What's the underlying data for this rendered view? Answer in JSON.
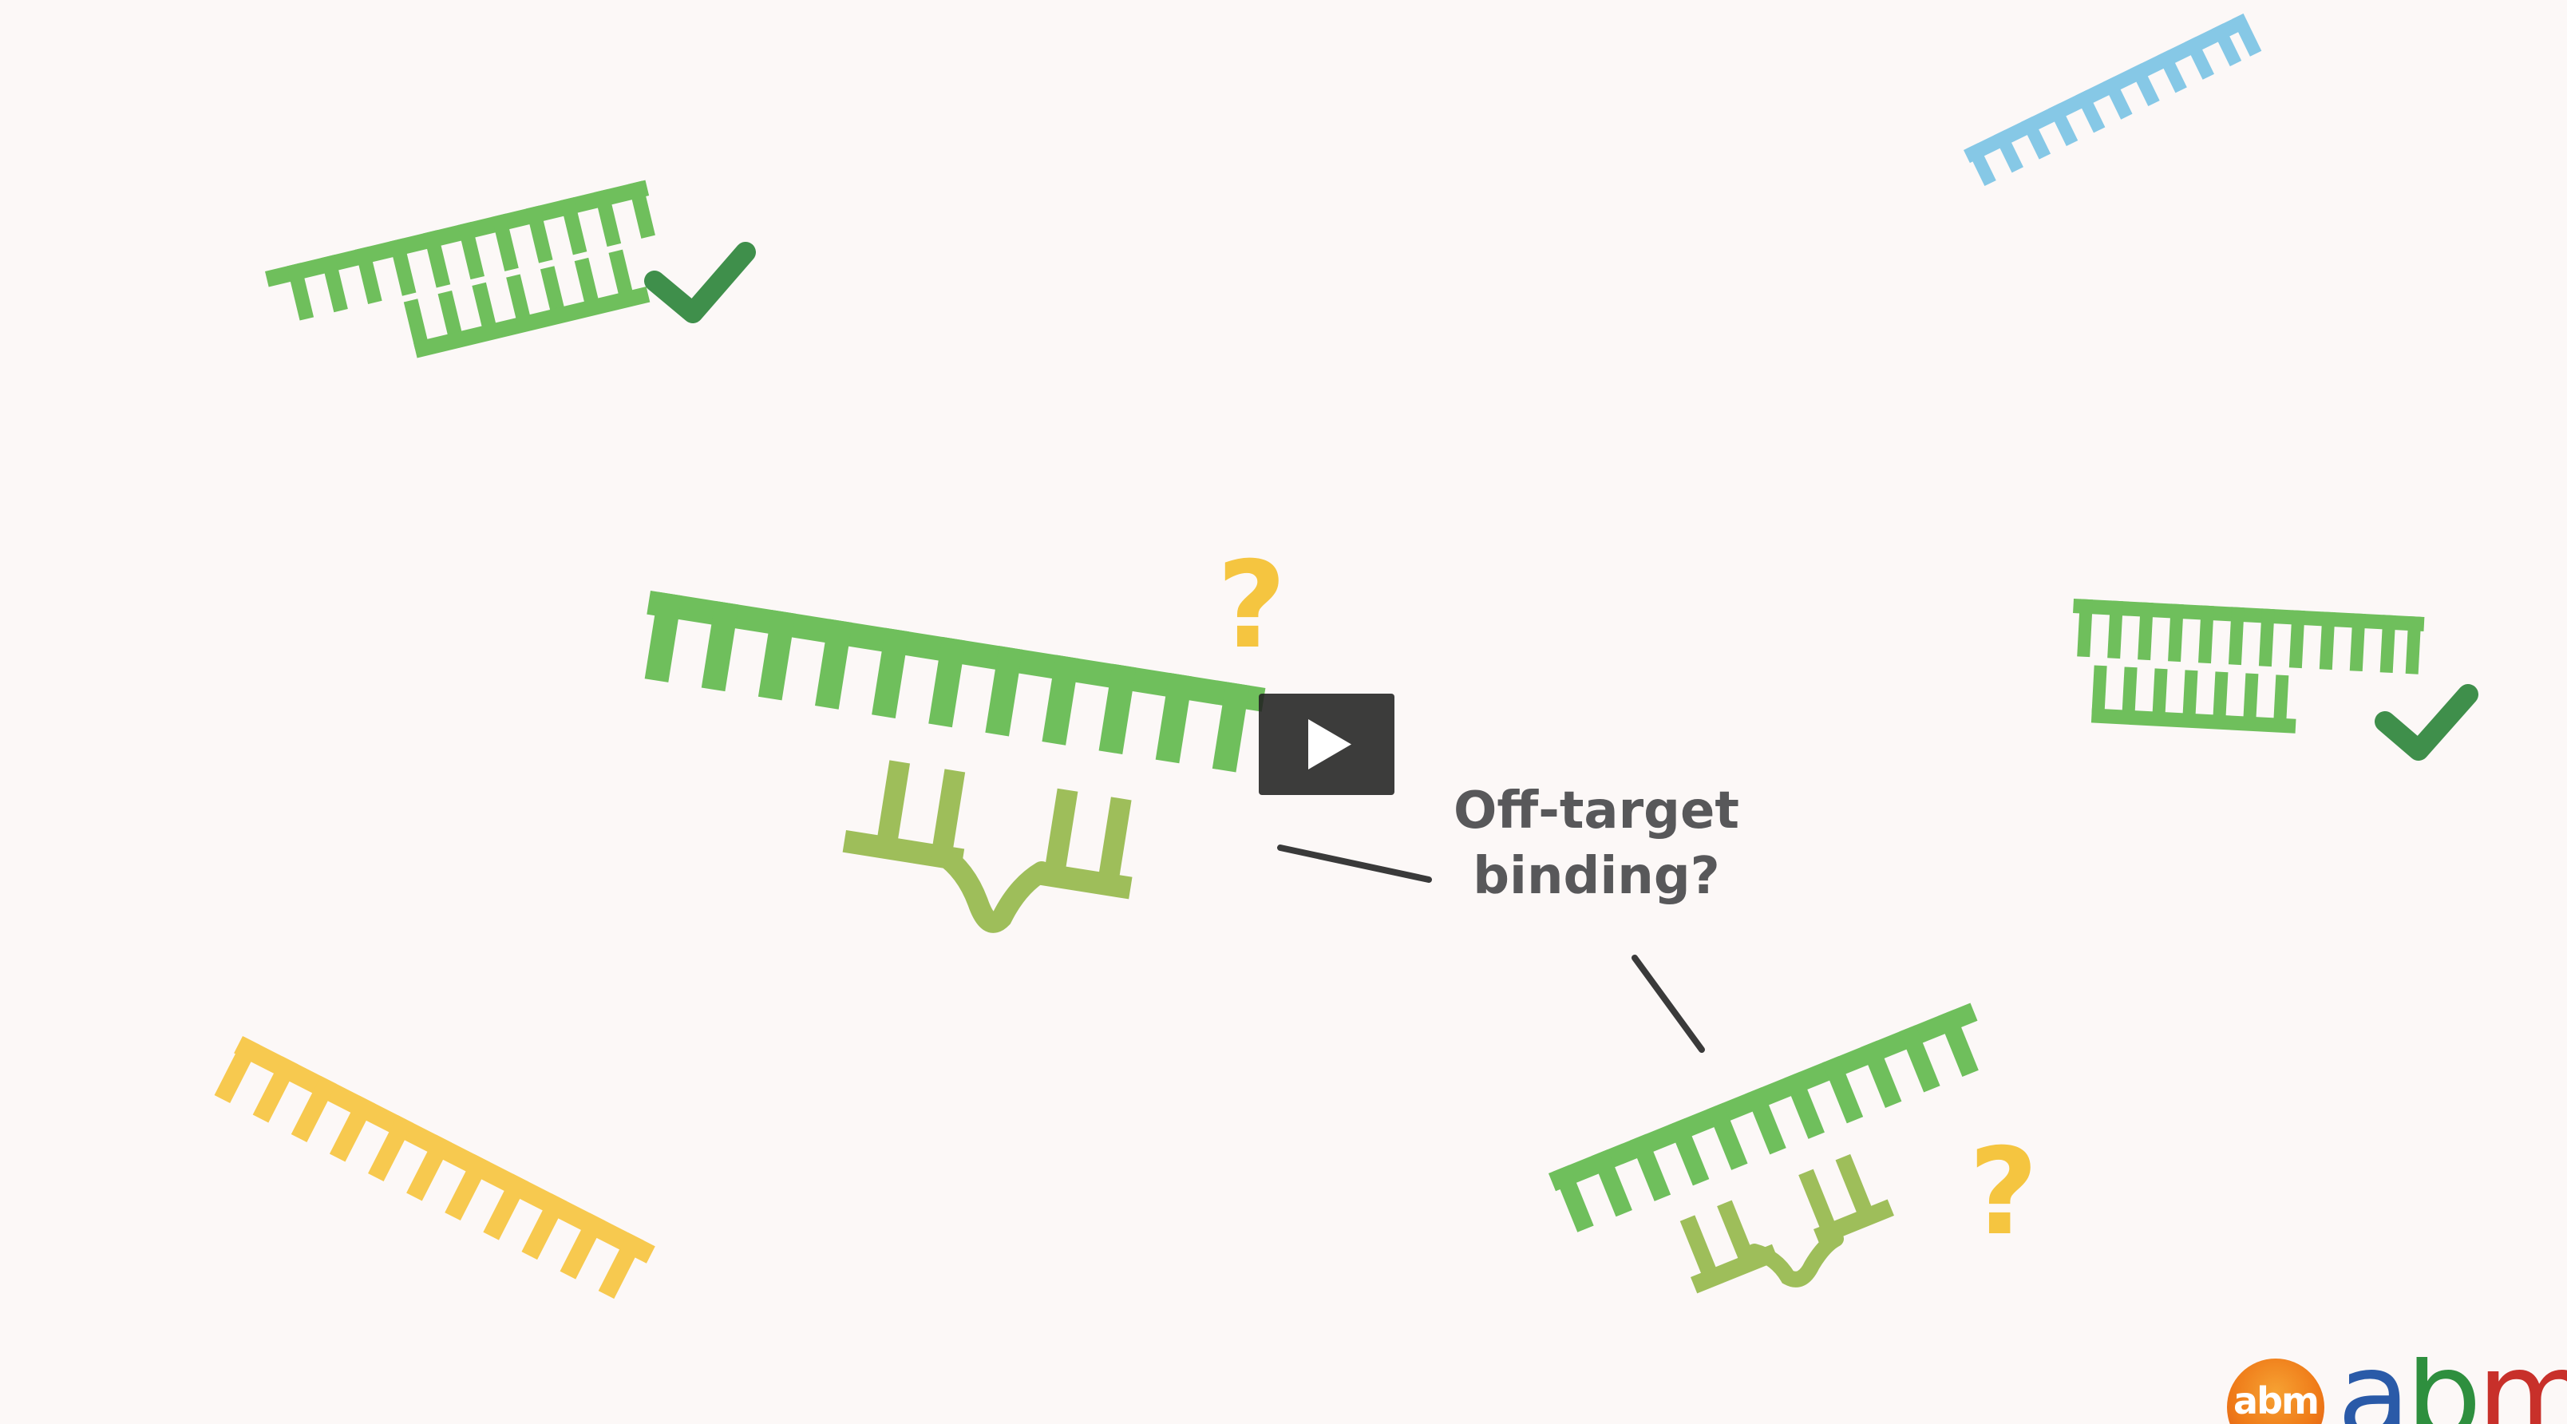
{
  "video": {
    "annotation": [
      "Off-target",
      "binding?"
    ],
    "question_mark": "?",
    "play_button_label": "Play video",
    "logo": {
      "badge_text": "abm",
      "word_letters": [
        {
          "char": "a",
          "color": "#2a5aa8"
        },
        {
          "char": "b",
          "color": "#2e8f3e"
        },
        {
          "char": "m",
          "color": "#c8302a"
        }
      ]
    }
  },
  "colors": {
    "background": "#fcf8f7",
    "strand_green": "#6fbf5c",
    "partial_green": "#9ebe5a",
    "strand_blue": "#86c8e6",
    "strand_yellow": "#f7c94f",
    "check_green": "#3f8f4b",
    "question_yellow": "#f5c540",
    "line_dark": "#3a3a3a"
  }
}
